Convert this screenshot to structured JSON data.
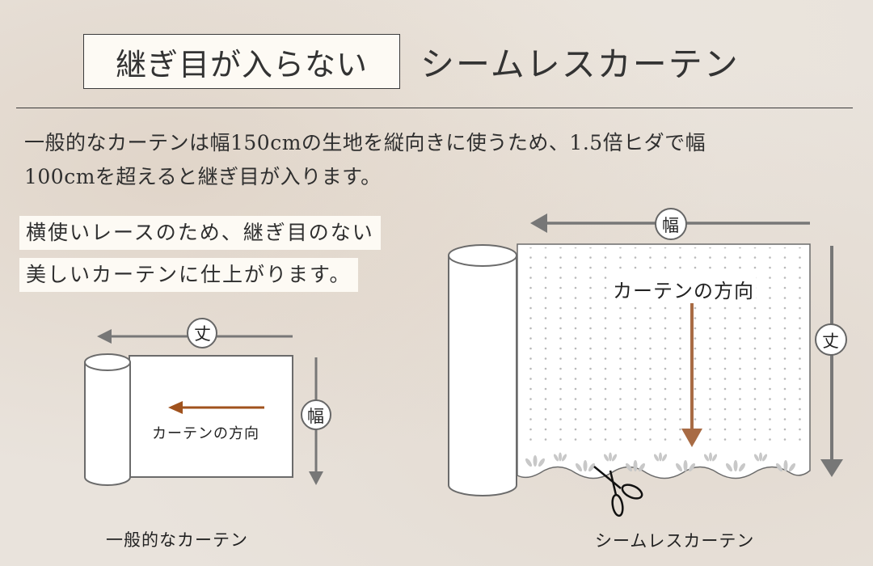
{
  "header": {
    "tag_title": "継ぎ目が入らない",
    "main_title": "シームレスカーテン"
  },
  "intro": {
    "line1": "一般的なカーテンは幅150cmの生地を縦向きに使うため、1.5倍ヒダで幅",
    "line2": "100cmを超えると継ぎ目が入ります。"
  },
  "note": {
    "line1": "横使いレースのため、継ぎ目のない",
    "line2": "美しいカーテンに仕上がります。"
  },
  "diagram_general": {
    "top_label": "丈",
    "side_label": "幅",
    "direction_label": "カーテンの方向",
    "caption": "一般的なカーテン",
    "arrow_color": "#a0521d"
  },
  "diagram_seamless": {
    "top_label": "幅",
    "side_label": "丈",
    "direction_label": "カーテンの方向",
    "caption": "シームレスカーテン",
    "arrow_color": "#a86b44"
  },
  "colors": {
    "background": "#e9e3dc",
    "panel": "#fdfaf4",
    "line": "#6b6b6b",
    "text": "#2b2b2b"
  }
}
